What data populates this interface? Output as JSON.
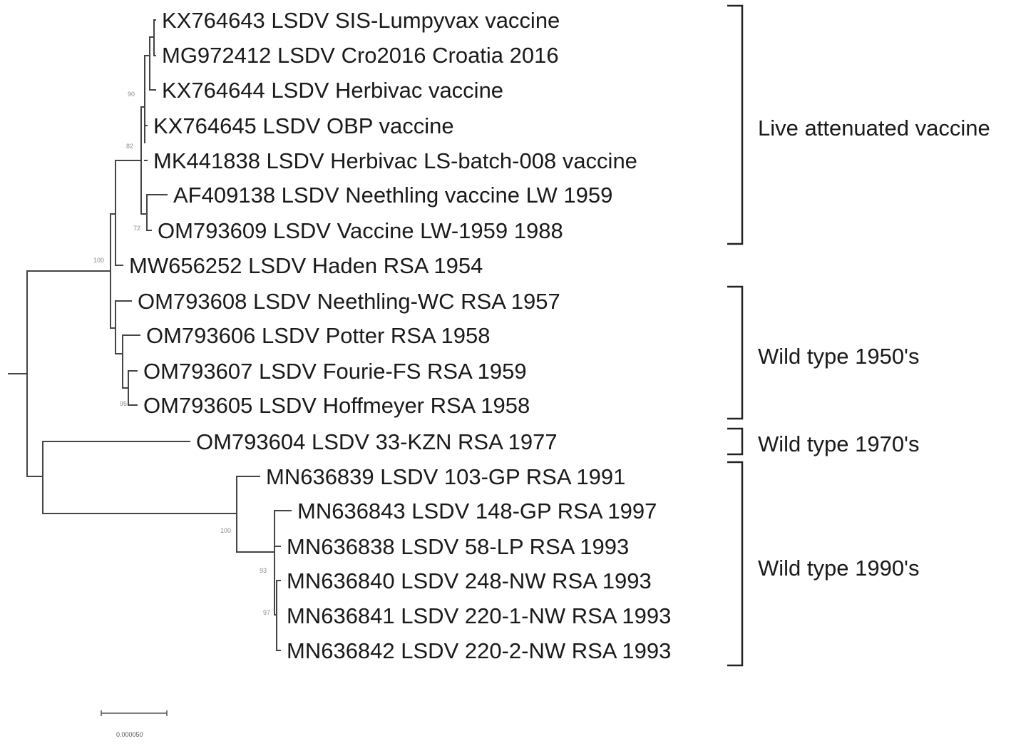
{
  "tree": {
    "taxa": [
      "KX764643 LSDV SIS-Lumpyvax vaccine",
      "MG972412 LSDV Cro2016 Croatia 2016",
      "KX764644 LSDV Herbivac vaccine",
      "KX764645 LSDV OBP vaccine",
      "MK441838 LSDV Herbivac LS-batch-008 vaccine",
      "AF409138 LSDV Neethling vaccine LW 1959",
      "OM793609 LSDV Vaccine LW-1959 1988",
      "MW656252 LSDV Haden RSA 1954",
      "OM793608 LSDV Neethling-WC RSA 1957",
      "OM793606 LSDV Potter RSA 1958",
      "OM793607 LSDV Fourie-FS RSA 1959",
      "OM793605 LSDV Hoffmeyer RSA 1958",
      "OM793604 LSDV 33-KZN RSA 1977",
      "MN636839 LSDV 103-GP RSA 1991",
      "MN636843 LSDV 148-GP RSA 1997",
      "MN636838 LSDV 58-LP RSA 1993",
      "MN636840 LSDV 248-NW RSA 1993",
      "MN636841 LSDV 220-1-NW RSA 1993",
      "MN636842 LSDV 220-2-NW RSA 1993"
    ],
    "bootstrap_values": [
      "90",
      "82",
      "72",
      "100",
      "95",
      "100",
      "93",
      "97"
    ],
    "scale_bar_label": "0.000050"
  },
  "groups": [
    "Live attenuated vaccine",
    "Wild type 1950's",
    "Wild type 1970's",
    "Wild type 1990's"
  ]
}
